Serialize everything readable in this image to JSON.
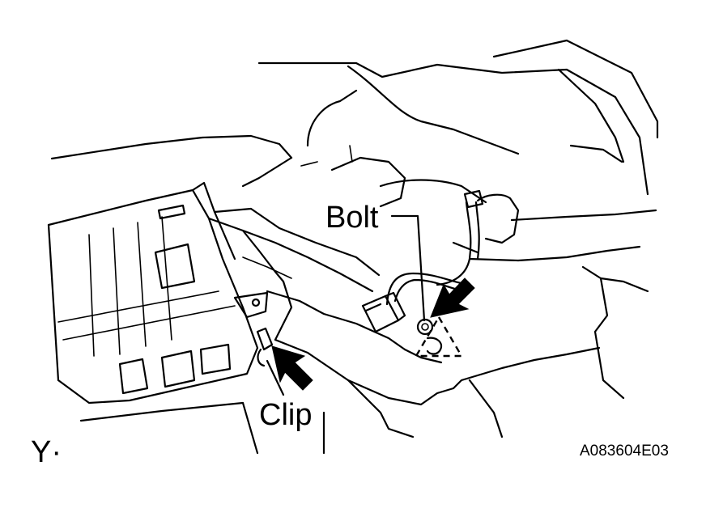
{
  "callouts": {
    "bolt": "Bolt",
    "clip": "Clip"
  },
  "view_marker": "Y·",
  "figure_code": "A083604E03",
  "icons": {
    "bolt_arrow": "arrow-icon",
    "clip_arrow": "arrow-icon",
    "bolt": "bolt-icon",
    "clip": "clip-icon",
    "connector": "connector-icon"
  },
  "colors": {
    "line": "#000000",
    "background": "#ffffff"
  }
}
